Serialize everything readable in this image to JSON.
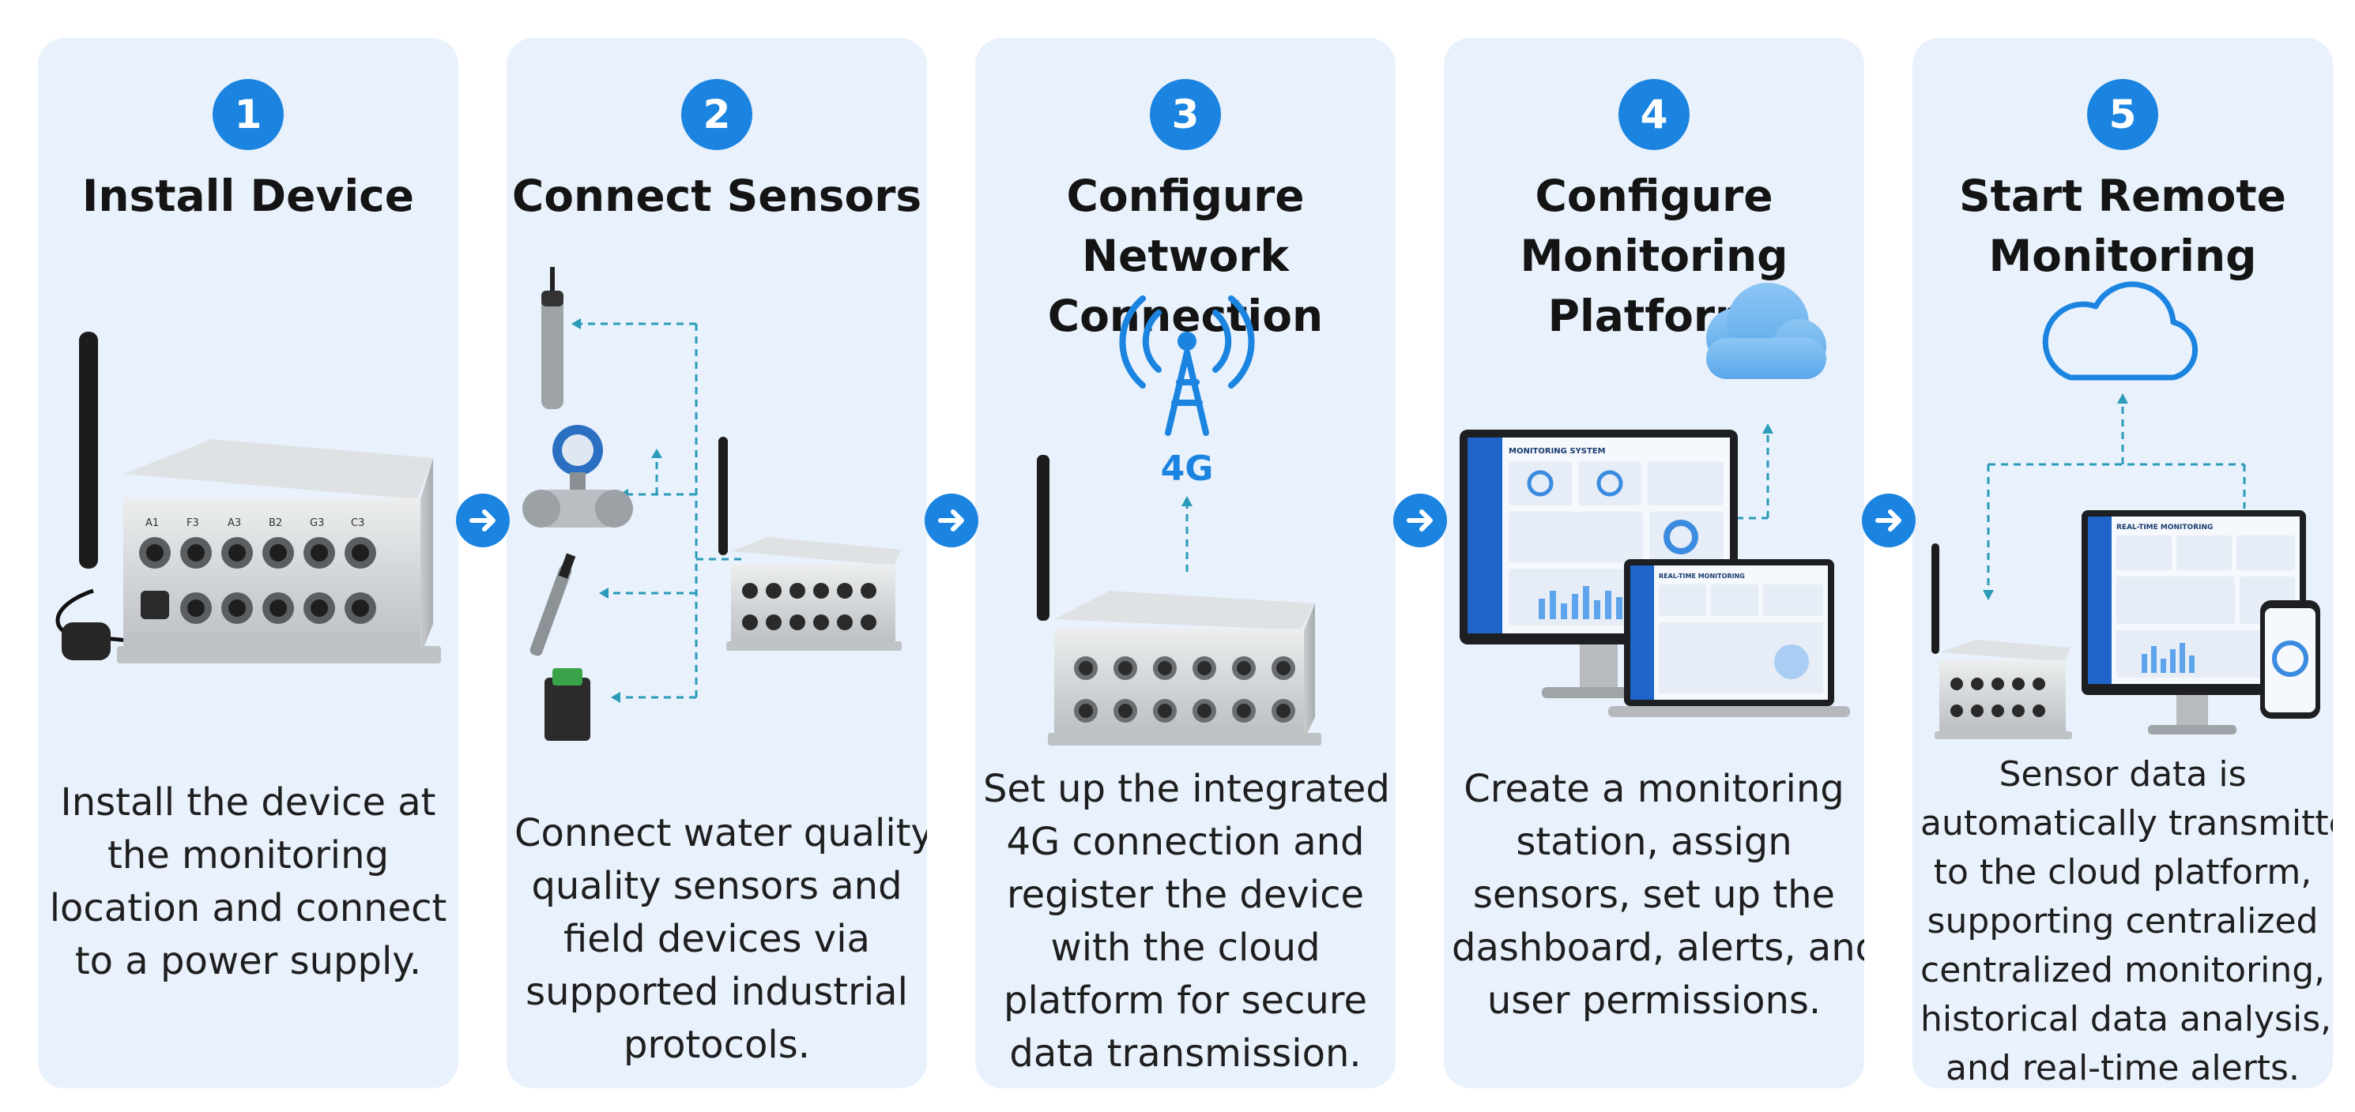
{
  "colors": {
    "card_bg": "#e8f1fc",
    "accent": "#1b84e0",
    "text": "#141414",
    "connector": "#2a9bb8"
  },
  "steps": [
    {
      "number": "1",
      "title": [
        "Install Device"
      ],
      "description": [
        "Install the device at",
        "the monitoring",
        "location and connect",
        "to a power supply."
      ]
    },
    {
      "number": "2",
      "title": [
        "Connect Sensors"
      ],
      "description": [
        "Connect water quality",
        "quality sensors and",
        "field devices via",
        "supported industrial",
        "protocols."
      ]
    },
    {
      "number": "3",
      "title": [
        "Configure Network",
        "Connection"
      ],
      "description": [
        "Set up the integrated",
        "4G connection and",
        "register the device",
        "with the cloud",
        "platform for secure",
        "data transmission."
      ],
      "tower_label": "4G"
    },
    {
      "number": "4",
      "title": [
        "Configure",
        "Monitoring Platform"
      ],
      "description": [
        "Create a monitoring",
        "station, assign",
        "sensors, set up the",
        "dashboard, alerts, and",
        "user permissions."
      ],
      "monitor_title": "MONITORING SYSTEM",
      "laptop_title": "REAL-TIME MONITORING"
    },
    {
      "number": "5",
      "title": [
        "Start Remote",
        "Monitoring"
      ],
      "description": [
        "Sensor data is",
        "automatically transmitted",
        "to the cloud platform,",
        "supporting centralized",
        "centralized monitoring,",
        "historical data analysis,",
        "and real-time alerts."
      ],
      "monitor_title": "REAL-TIME MONITORING"
    }
  ],
  "device_port_labels": [
    "A1",
    "F3",
    "A3",
    "B2",
    "G3",
    "C3"
  ]
}
